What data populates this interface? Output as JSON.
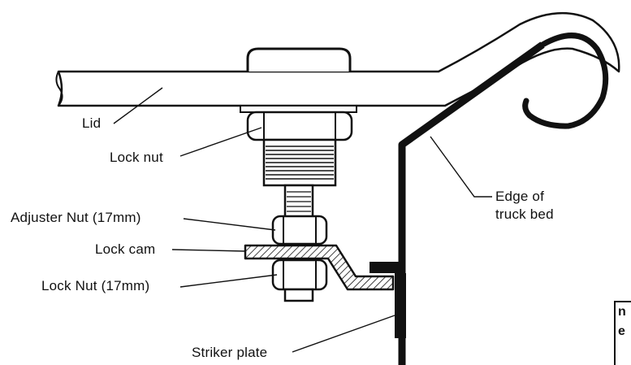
{
  "labels": {
    "lid": "Lid",
    "lock_nut": "Lock nut",
    "adjuster_nut": "Adjuster Nut (17mm)",
    "lock_cam": "Lock cam",
    "lock_nut_17": "Lock Nut (17mm)",
    "edge_line1": "Edge of",
    "edge_line2": "truck bed",
    "striker_plate": "Striker plate"
  },
  "corner_text": {
    "line1": "n",
    "line2": "e"
  }
}
